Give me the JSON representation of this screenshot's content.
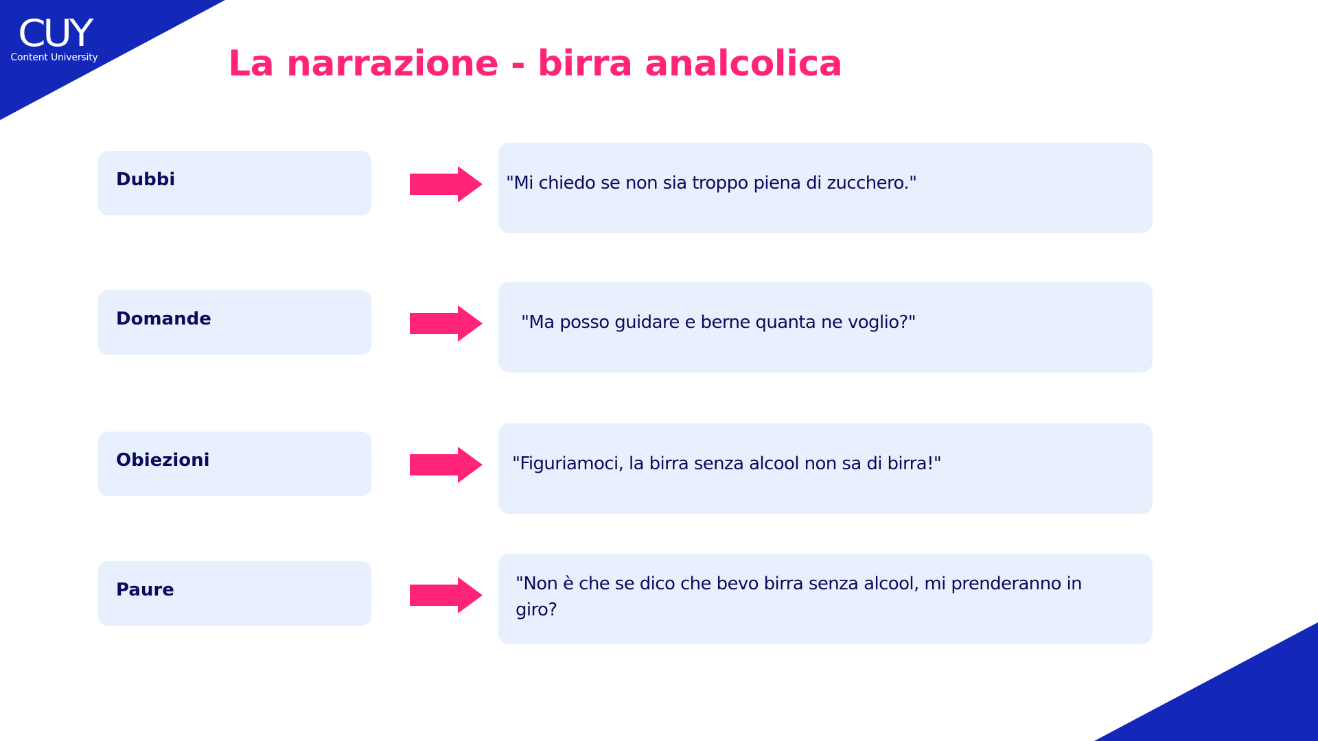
{
  "brand": {
    "logo_mark": "CUY",
    "logo_subtitle": "Content University",
    "primary_color": "#1328B8",
    "accent_color": "#FF2477",
    "text_color": "#0B0B5E",
    "box_color": "#E8F0FD"
  },
  "slide": {
    "title": "La narrazione - birra analcolica",
    "rows": [
      {
        "label": "Dubbi",
        "arrow_icon": "right-arrow-icon",
        "quote": "\"Mi chiedo se non sia troppo piena di zucchero.\""
      },
      {
        "label": "Domande",
        "arrow_icon": "right-arrow-icon",
        "quote": "\"Ma posso guidare e berne quanta ne voglio?\""
      },
      {
        "label": "Obiezioni",
        "arrow_icon": "right-arrow-icon",
        "quote": "\"Figuriamoci, la birra senza alcool non sa di birra!\""
      },
      {
        "label": "Paure",
        "arrow_icon": "right-arrow-icon",
        "quote": "\"Non è che se dico che bevo birra senza alcool, mi prenderanno in giro?"
      }
    ]
  }
}
